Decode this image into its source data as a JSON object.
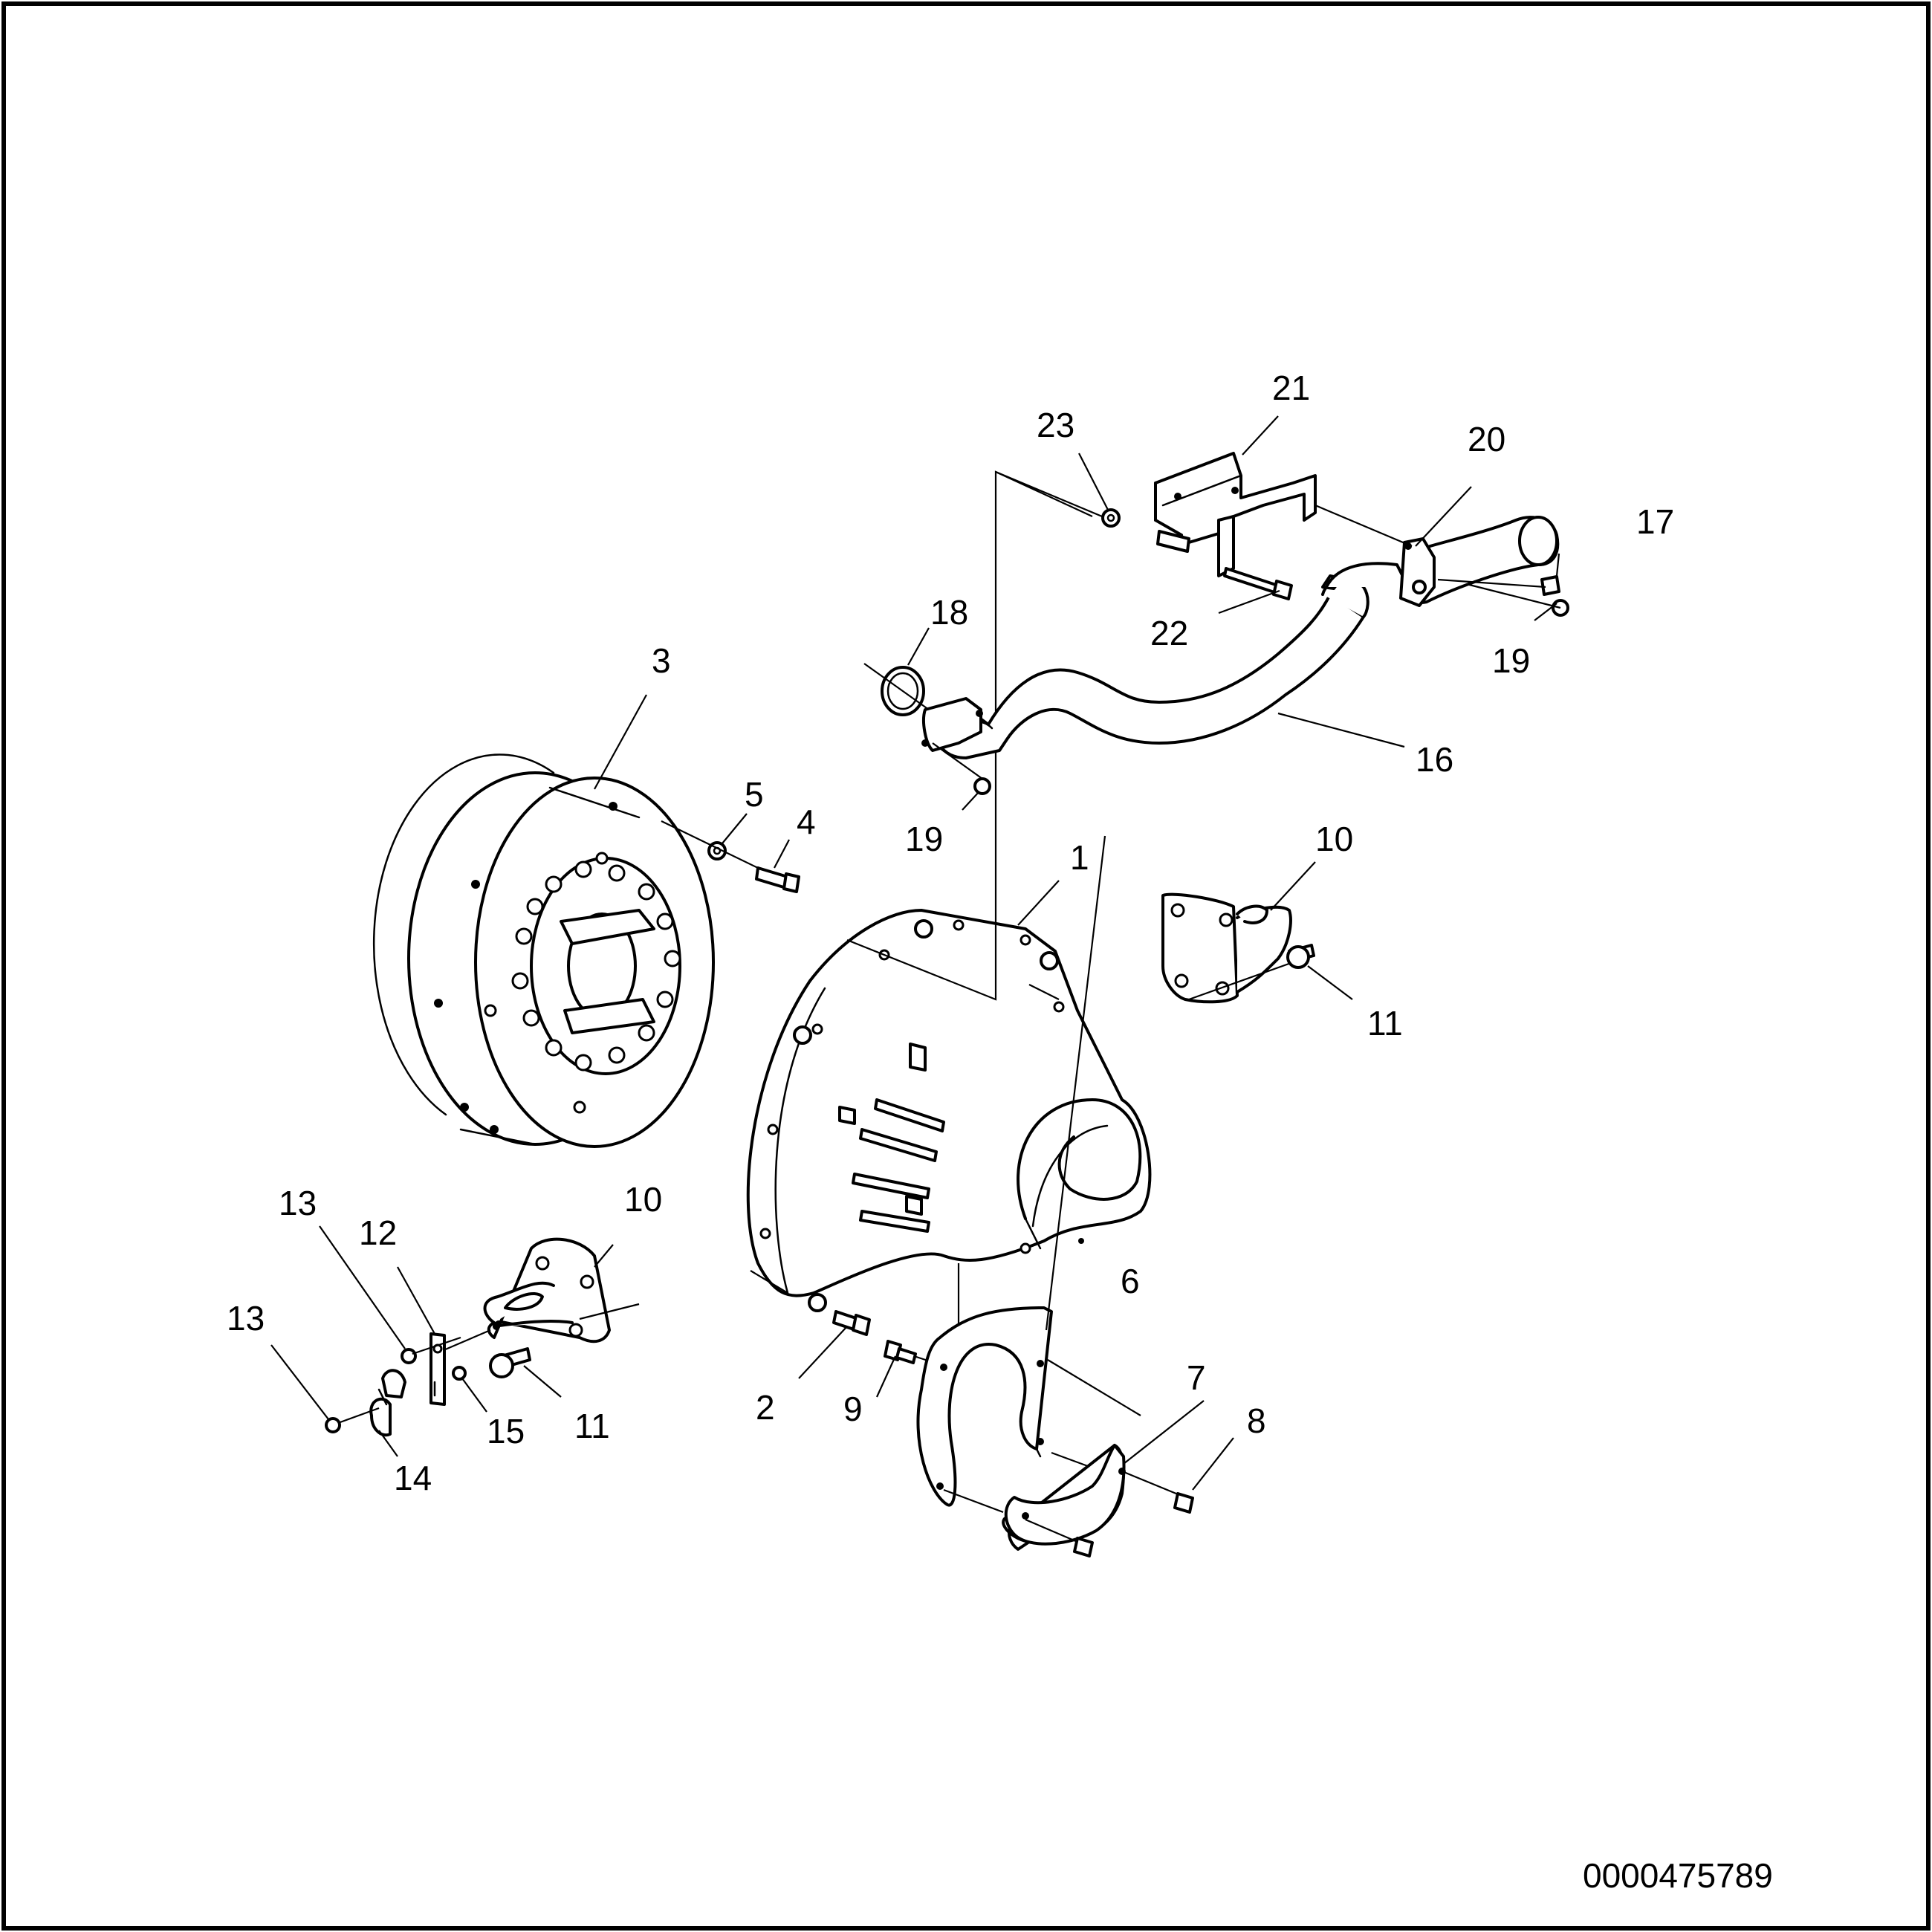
{
  "drawing_number": "0000475789",
  "callouts": {
    "c1": "1",
    "c2": "2",
    "c3": "3",
    "c4": "4",
    "c5": "5",
    "c6": "6",
    "c7": "7",
    "c8": "8",
    "c9": "9",
    "c10a": "10",
    "c10b": "10",
    "c11a": "11",
    "c11b": "11",
    "c12": "12",
    "c13a": "13",
    "c13b": "13",
    "c14": "14",
    "c15": "15",
    "c16": "16",
    "c17": "17",
    "c18": "18",
    "c19a": "19",
    "c19b": "19",
    "c20": "20",
    "c21": "21",
    "c22": "22",
    "c23": "23"
  }
}
